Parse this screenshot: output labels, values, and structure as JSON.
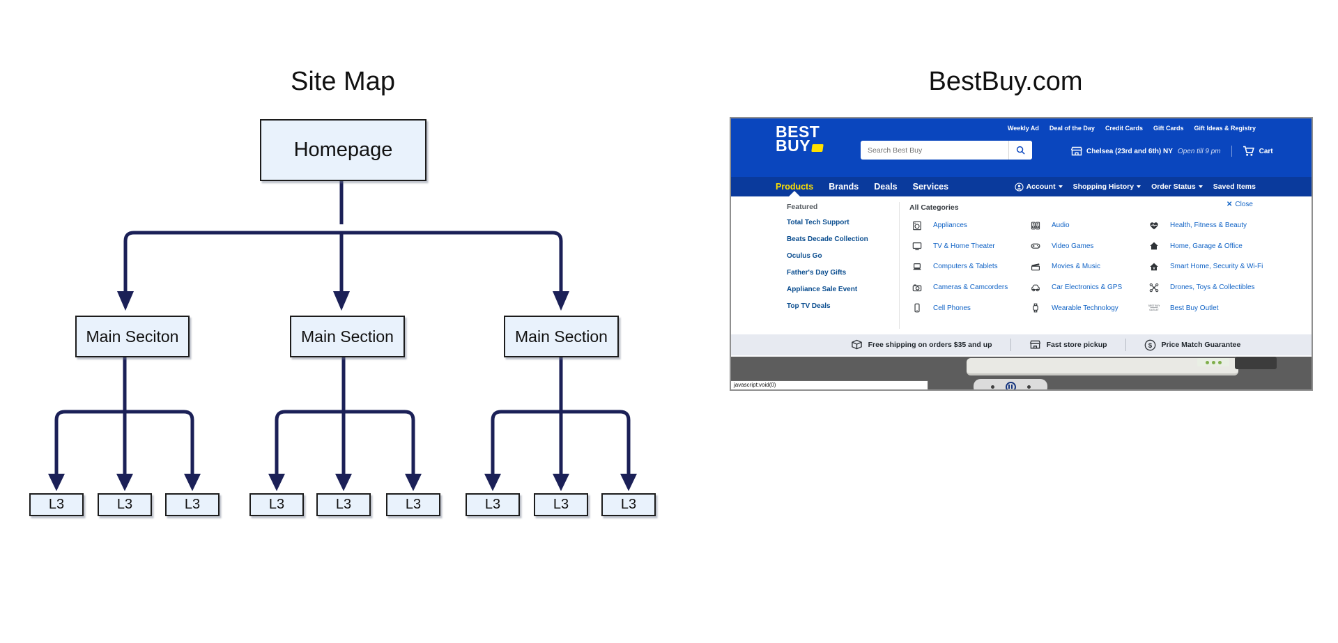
{
  "sitemap": {
    "title": "Site Map",
    "homepage_label": "Homepage",
    "main_sections": [
      "Main Seciton",
      "Main Section",
      "Main Section"
    ],
    "l3_labels": [
      "L3",
      "L3",
      "L3",
      "L3",
      "L3",
      "L3",
      "L3",
      "L3",
      "L3"
    ],
    "arrow_color": "#1b2057",
    "box_fill": "#e9f2fc"
  },
  "bestbuy": {
    "title": "BestBuy.com",
    "colors": {
      "header_blue": "#0a46be",
      "nav_blue": "#0a3a9c",
      "brand_yellow": "#ffe000",
      "link_blue": "#0f62c5",
      "featured_link_blue": "#0a4d8f",
      "perks_bar_bg": "#e7eaf1"
    },
    "header": {
      "logo_line1": "BEST",
      "logo_line2": "BUY",
      "top_links": [
        "Weekly Ad",
        "Deal of the Day",
        "Credit Cards",
        "Gift Cards",
        "Gift Ideas & Registry"
      ],
      "search_placeholder": "Search Best Buy",
      "store_label": "Chelsea (23rd and 6th) NY",
      "store_hours": "Open till 9 pm",
      "cart_label": "Cart"
    },
    "nav": {
      "items": [
        "Products",
        "Brands",
        "Deals",
        "Services"
      ],
      "account_label": "Account",
      "shopping_history_label": "Shopping History",
      "order_status_label": "Order Status",
      "saved_items_label": "Saved Items"
    },
    "menu": {
      "close_icon": "✕",
      "close_label": "Close",
      "featured_title": "Featured",
      "featured_links": [
        "Total Tech Support",
        "Beats Decade Collection",
        "Oculus Go",
        "Father's Day Gifts",
        "Appliance Sale Event",
        "Top TV Deals"
      ],
      "categories_title": "All Categories",
      "categories_col1": [
        {
          "icon": "washer-icon",
          "label": "Appliances"
        },
        {
          "icon": "tv-icon",
          "label": "TV & Home Theater"
        },
        {
          "icon": "laptop-icon",
          "label": "Computers & Tablets"
        },
        {
          "icon": "camera-icon",
          "label": "Cameras & Camcorders"
        },
        {
          "icon": "phone-icon",
          "label": "Cell Phones"
        }
      ],
      "categories_col2": [
        {
          "icon": "speakers-icon",
          "label": "Audio"
        },
        {
          "icon": "gamepad-icon",
          "label": "Video Games"
        },
        {
          "icon": "clapperboard-icon",
          "label": "Movies & Music"
        },
        {
          "icon": "car-icon",
          "label": "Car Electronics & GPS"
        },
        {
          "icon": "watch-icon",
          "label": "Wearable Technology"
        }
      ],
      "categories_col3": [
        {
          "icon": "heart-pulse-icon",
          "label": "Health, Fitness & Beauty"
        },
        {
          "icon": "house-icon",
          "label": "Home, Garage & Office"
        },
        {
          "icon": "smart-home-icon",
          "label": "Smart Home, Security & Wi-Fi"
        },
        {
          "icon": "drone-icon",
          "label": "Drones, Toys & Collectibles"
        },
        {
          "icon": "outlet-logo-icon",
          "label": "Best Buy Outlet"
        }
      ]
    },
    "perks": [
      {
        "icon": "package-icon",
        "label": "Free shipping on orders $35 and up"
      },
      {
        "icon": "store-icon",
        "label": "Fast store pickup"
      },
      {
        "icon": "dollar-icon",
        "label": "Price Match Guarantee"
      }
    ],
    "status_bar_text": "javascript:void(0)"
  }
}
